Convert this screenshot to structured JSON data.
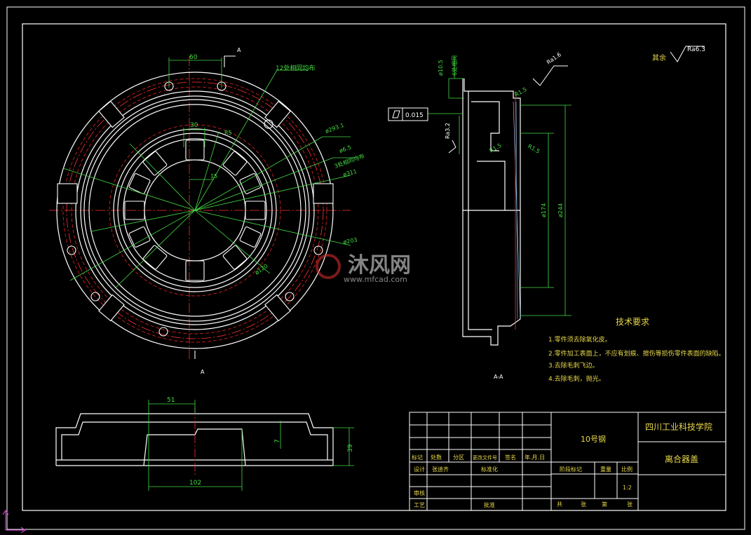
{
  "colors": {
    "background": "#000000",
    "outline": "#ffffff",
    "dimension": "#44dd44",
    "centerline": "#ff3030",
    "hidden": "#cc2020",
    "watermark": "#f0f0f0",
    "watermark_accent": "#e03030"
  },
  "front_view": {
    "dim_60": "60",
    "dim_30": "30",
    "dim_15": "15",
    "note_12_holes": "12处相同均布",
    "dim_r5": "R5",
    "dim_d293": "ø293.1",
    "dim_d6_5": "ø6.5",
    "note_3_holes": "3处相同均布",
    "dim_d311": "ø311",
    "dim_d203": "ø203",
    "dim_d120": "ø120",
    "section_mark_top": "A",
    "section_mark_bottom": "A"
  },
  "side_view": {
    "dim_d10_5": "ø10.5",
    "note_6_holes": "6处相同",
    "flatness_value": "0.015",
    "ra_3_2": "Ra3.2",
    "ra_1_6": "Ra1.6",
    "r1_5_a": "R1.5",
    "r1_5_b": "R1.5",
    "r1_5_c": "R1.5",
    "dim_d174": "ø174",
    "dim_d244": "ø244",
    "section_label": "A-A"
  },
  "roughness_other": {
    "label": "其余",
    "value": "Ra6.3"
  },
  "bottom_view": {
    "dim_51": "51",
    "dim_7": "7",
    "dim_39": "39",
    "dim_102": "102"
  },
  "tech_requirements": {
    "title": "技术要求",
    "items": [
      "1.零件须去除氧化皮。",
      "2.零件加工表面上，不应有划痕、擦伤等损伤零件表面的缺陷。",
      "3.去除毛刺飞边。",
      "4.去除毛刺，抛光。"
    ]
  },
  "watermark": {
    "logo_text": "沐风网",
    "url": "www.mfcad.com"
  },
  "title_block": {
    "material": "10号钢",
    "school": "四川工业科技学院",
    "part_name": "离合器盖",
    "h_mark": "标记",
    "h_count": "处数",
    "h_zone": "分区",
    "h_doc": "更改文件号",
    "h_sign": "签名",
    "h_date": "年.月.日",
    "design_label": "设计",
    "designer": "张迪齐",
    "standard_label": "标准化",
    "stage_label": "阶段标记",
    "weight_label": "重量",
    "scale_label": "比例",
    "scale_value": "1:2",
    "review_label": "审核",
    "process_label": "工艺",
    "approve_label": "批准",
    "total_label": "共",
    "sheet_label": "张",
    "no_label": "第",
    "sheet_label2": "张"
  }
}
